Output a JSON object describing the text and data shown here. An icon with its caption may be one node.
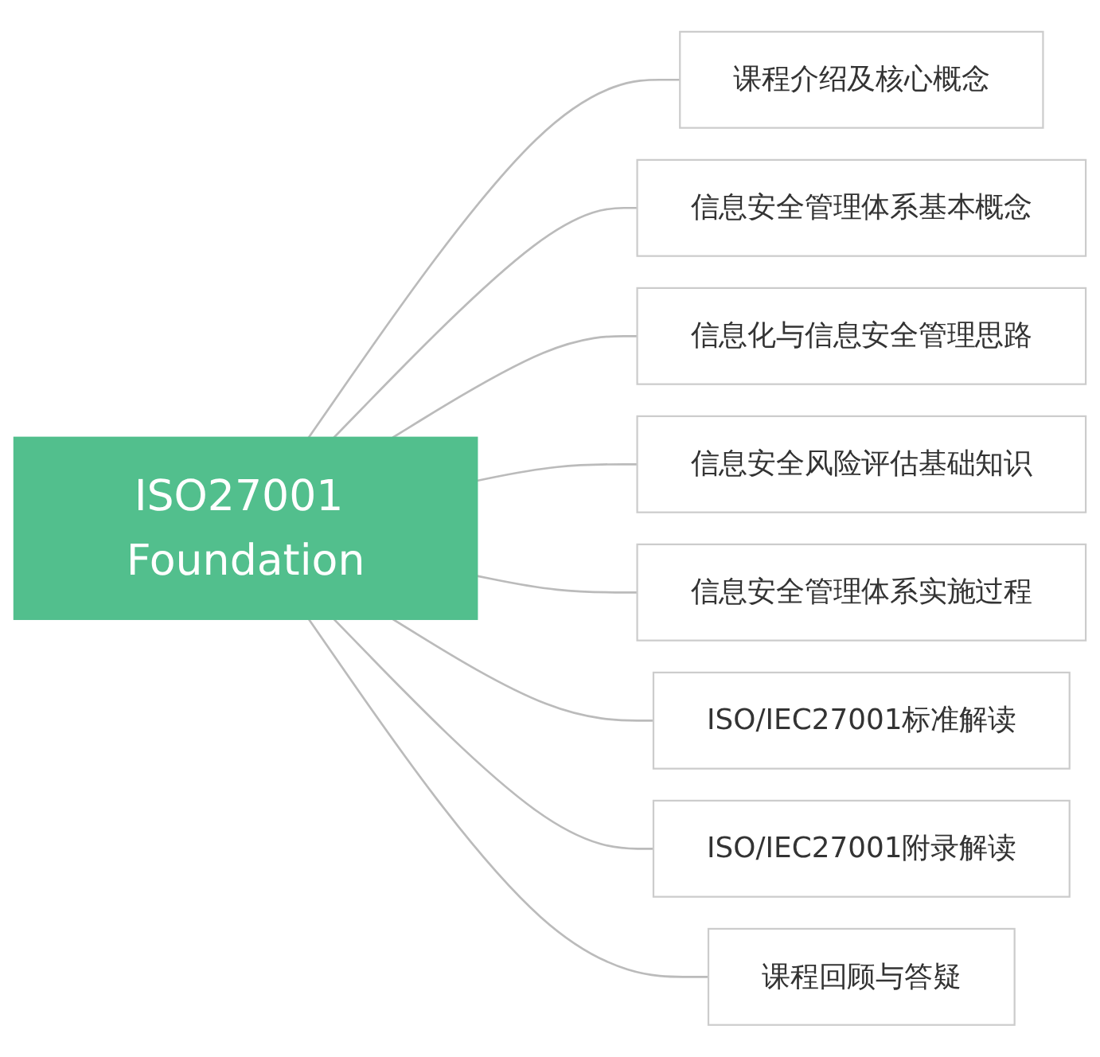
{
  "diagram": {
    "nodes": [
      {
        "text": [
          "ISO27001 Foundation"
        ]
      },
      {
        "text": [
          "课程介绍及核心概念"
        ]
      },
      {
        "text": [
          "信息安全管理体系基本概念"
        ]
      },
      {
        "text": [
          "信息化与信息安全管理思路"
        ]
      },
      {
        "text": [
          "信息安全风险评估基础知识"
        ]
      },
      {
        "text": [
          "信息安全管理体系实施过程"
        ]
      },
      {
        "text": [
          "ISO/IEC27001标准解读"
        ]
      },
      {
        "text": [
          "ISO/IEC27001附录解读"
        ]
      },
      {
        "text": [
          "课程回顾与答疑"
        ]
      }
    ],
    "edges": [
      {
        "from": 0,
        "to": 1,
        "arrow": "none"
      },
      {
        "from": 0,
        "to": 2,
        "arrow": "none"
      },
      {
        "from": 0,
        "to": 3,
        "arrow": "none"
      },
      {
        "from": 0,
        "to": 4,
        "arrow": "none"
      },
      {
        "from": 0,
        "to": 5,
        "arrow": "none"
      },
      {
        "from": 0,
        "to": 6,
        "arrow": "none"
      },
      {
        "from": 0,
        "to": 7,
        "arrow": "none"
      },
      {
        "from": 0,
        "to": 8,
        "arrow": "none"
      }
    ]
  }
}
